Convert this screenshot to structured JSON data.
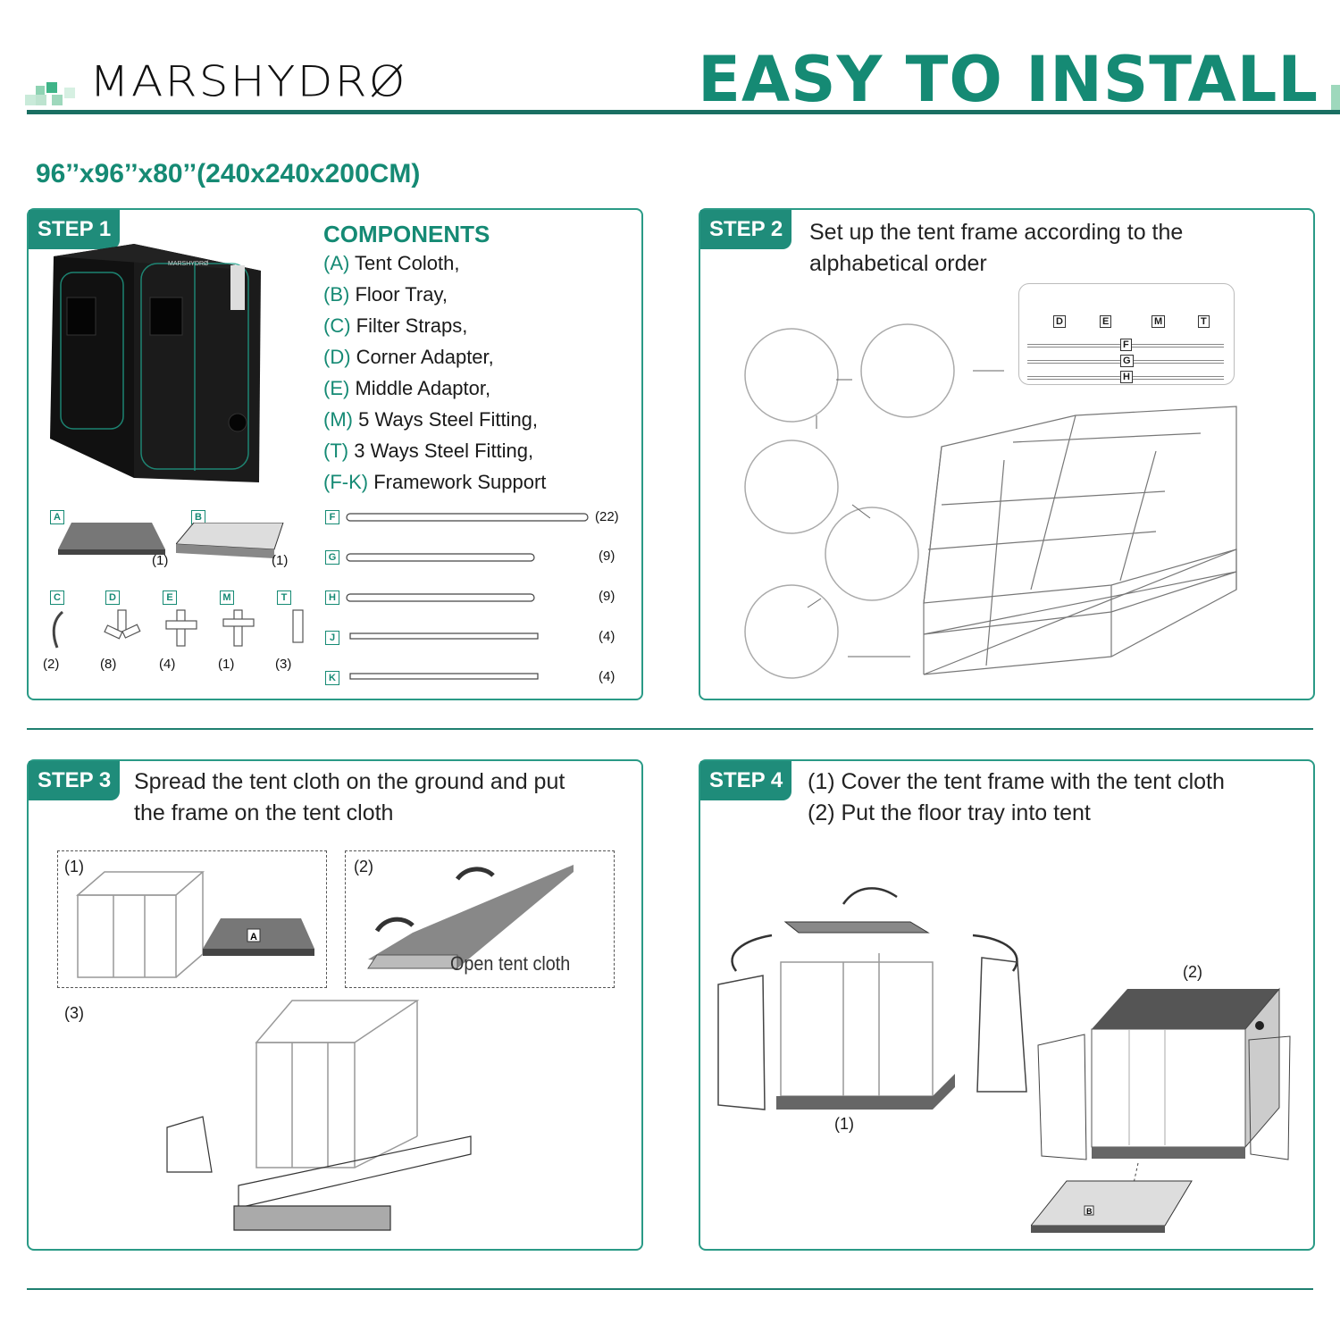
{
  "header": {
    "logo": "MARSHYDRØ",
    "title": "EASY TO INSTALL",
    "size": "96’’x96’’x80’’(240x240x200CM)"
  },
  "step1": {
    "label": "STEP 1",
    "heading": "COMPONENTS",
    "items": [
      {
        "key": "(A)",
        "text": "Tent Coloth,"
      },
      {
        "key": "(B)",
        "text": "Floor Tray,"
      },
      {
        "key": "(C)",
        "text": "Filter Straps,"
      },
      {
        "key": "(D)",
        "text": "Corner Adapter,"
      },
      {
        "key": "(E)",
        "text": "Middle Adaptor,"
      },
      {
        "key": "(M)",
        "text": "5 Ways Steel Fitting,"
      },
      {
        "key": "(T)",
        "text": "3 Ways Steel Fitting,"
      },
      {
        "key": "(F-K)",
        "text": "Framework Support"
      }
    ],
    "tent_logo": "MARSHYDRØ",
    "sheets": [
      {
        "letter": "A",
        "qty": "(1)"
      },
      {
        "letter": "B",
        "qty": "(1)"
      }
    ],
    "fittings": [
      {
        "letter": "C",
        "qty": "(2)"
      },
      {
        "letter": "D",
        "qty": "(8)"
      },
      {
        "letter": "E",
        "qty": "(4)"
      },
      {
        "letter": "M",
        "qty": "(1)"
      },
      {
        "letter": "T",
        "qty": "(3)"
      }
    ],
    "poles": [
      {
        "letter": "F",
        "qty": "(22)"
      },
      {
        "letter": "G",
        "qty": "(9)"
      },
      {
        "letter": "H",
        "qty": "(9)"
      },
      {
        "letter": "J",
        "qty": "(4)"
      },
      {
        "letter": "K",
        "qty": "(4)"
      }
    ]
  },
  "step2": {
    "label": "STEP 2",
    "line1": "Set up the tent frame according to the",
    "line2": "alphabetical order",
    "parts": [
      "D",
      "E",
      "M",
      "T"
    ],
    "poles": [
      "F",
      "G",
      "H"
    ]
  },
  "step3": {
    "label": "STEP 3",
    "line1": "Spread the tent cloth on the ground and put",
    "line2": "the frame on the tent cloth",
    "sub1": "(1)",
    "sub2": "(2)",
    "sub3": "(3)",
    "box_a": "A",
    "open_label": "Open tent cloth"
  },
  "step4": {
    "label": "STEP 4",
    "line1": "(1) Cover the tent frame with the tent cloth",
    "line2": "(2) Put the floor tray into tent",
    "sub1": "(1)",
    "sub2": "(2)",
    "box_b": "B"
  }
}
